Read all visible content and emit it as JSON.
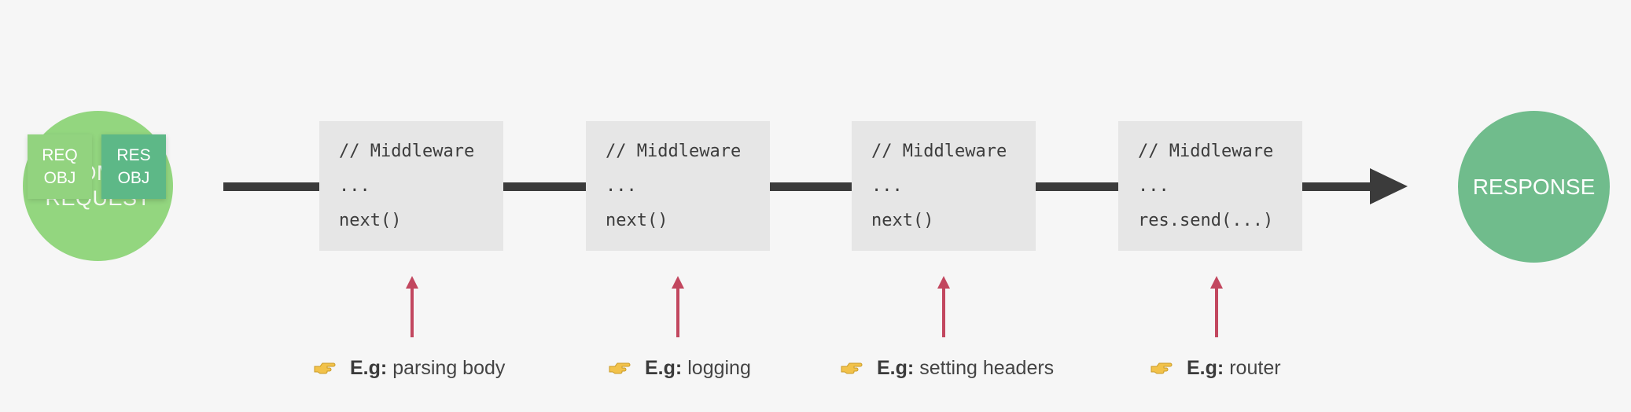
{
  "request": {
    "label_line1": "INCOMING",
    "label_line2": "REQUEST",
    "req_obj_line1": "REQ",
    "req_obj_line2": "OBJ",
    "res_obj_line1": "RES",
    "res_obj_line2": "OBJ"
  },
  "response": {
    "label": "RESPONSE"
  },
  "middlewares": [
    {
      "line1": "// Middleware",
      "line2": "...",
      "line3": "next()"
    },
    {
      "line1": "// Middleware",
      "line2": "...",
      "line3": "next()"
    },
    {
      "line1": "// Middleware",
      "line2": "...",
      "line3": "next()"
    },
    {
      "line1": "// Middleware",
      "line2": "...",
      "line3": "res.send(...)"
    }
  ],
  "examples": [
    {
      "prefix": "E.g",
      "sep": ":",
      "text": "parsing body",
      "icon": "pointing-hand-icon"
    },
    {
      "prefix": "E.g",
      "sep": ":",
      "text": "logging",
      "icon": "pointing-hand-icon"
    },
    {
      "prefix": "E.g",
      "sep": ":",
      "text": "setting headers",
      "icon": "pointing-hand-icon"
    },
    {
      "prefix": "E.g",
      "sep": ":",
      "text": "router",
      "icon": "pointing-hand-icon"
    }
  ],
  "colors": {
    "pipeline": "#3b3b3b",
    "request_circle": "#93d67f",
    "response_circle": "#70bc8c",
    "req_obj": "#92d37f",
    "res_obj": "#5db887",
    "middleware_box": "#e6e6e6",
    "arrow": "#c2475f"
  }
}
